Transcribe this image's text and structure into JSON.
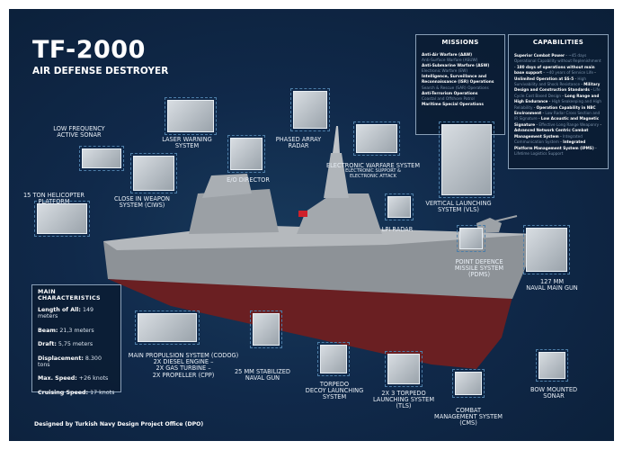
{
  "header": {
    "title": "TF-2000",
    "subtitle": "AIR DEFENSE DESTROYER"
  },
  "missions": {
    "title": "MISSIONS",
    "items": [
      {
        "text": "Anti-Air Warfare (AAW)",
        "bold": true
      },
      {
        "text": "Anti-Surface Warfare (ASUW)",
        "bold": false
      },
      {
        "text": "Anti-Submarine Warfare (ASW)",
        "bold": true
      },
      {
        "text": "Electronic Warfare (EW)",
        "bold": false
      },
      {
        "text": "Intelligence, Surveillance and Reconnaissance (ISR) Operations",
        "bold": true
      },
      {
        "text": "Search & Rescue (SAR) Operations",
        "bold": false
      },
      {
        "text": "Anti-Terrorism Operations",
        "bold": true
      },
      {
        "text": "Coastal and Offshore Patrol",
        "bold": false
      },
      {
        "text": "Maritime Special Operations",
        "bold": true
      }
    ]
  },
  "capabilities": {
    "title": "CAPABILITIES",
    "items": [
      {
        "text": "Superior Combat Power",
        "bold": true
      },
      {
        "text": "~45 days Operational Capability without Replenishment",
        "bold": false
      },
      {
        "text": "180 days of operations without main base support",
        "bold": true
      },
      {
        "text": "~40 years of Service Life",
        "bold": false
      },
      {
        "text": "Unlimited Operation at SS-5",
        "bold": true
      },
      {
        "text": "High Survivability and Shock Resistance",
        "bold": false
      },
      {
        "text": "Military Design and Construction Standards",
        "bold": true
      },
      {
        "text": "Life Cycle Cost Based Design",
        "bold": false
      },
      {
        "text": "Long Range and High Endurance",
        "bold": true
      },
      {
        "text": "High Seakeeping and High Reliability",
        "bold": false
      },
      {
        "text": "Operation Capability in NBC Environment",
        "bold": true
      },
      {
        "text": "Low Radar Cross Section and IR Signature",
        "bold": false
      },
      {
        "text": "Low Acoustic and Magnetic Signature",
        "bold": true
      },
      {
        "text": "Effective Long Range Weaponry",
        "bold": false
      },
      {
        "text": "Advanced Network Centric Combat Management System",
        "bold": true
      },
      {
        "text": "Integrated Communication System",
        "bold": false
      },
      {
        "text": "Integrated Platform Management System (IPMS)",
        "bold": true
      },
      {
        "text": "Lifetime Logistics Support",
        "bold": false
      }
    ]
  },
  "characteristics": {
    "title": "MAIN CHARACTERISTICS",
    "rows": [
      {
        "label": "Length of All:",
        "value": "149 meters"
      },
      {
        "label": "Beam:",
        "value": "21,3 meters"
      },
      {
        "label": "Draft:",
        "value": "5,75 meters"
      },
      {
        "label": "Displacement:",
        "value": "8.300 tons"
      },
      {
        "label": "Max. Speed:",
        "value": "+26 knots"
      },
      {
        "label": "Cruising Speed:",
        "value": "17 knots"
      }
    ]
  },
  "components": {
    "lfas": [
      "LOW FREQUENCY",
      "ACTIVE SONAR"
    ],
    "helo": [
      "15 TON HELICOPTER",
      "PLATFORM"
    ],
    "ciws": [
      "CLOSE IN WEAPON",
      "SYSTEM (CIWS)"
    ],
    "laser": [
      "LASER WARNING",
      "SYSTEM"
    ],
    "eo": [
      "E/O DIRECTOR"
    ],
    "par": [
      "PHASED ARRAY",
      "RADAR"
    ],
    "ew": {
      "title": "ELECTRONIC WARFARE SYSTEM",
      "sub1": "ELECTRONIC SUPPORT &",
      "sub2": "ELECTRONIC ATTACK"
    },
    "vls": [
      "VERTICAL LAUNCHING",
      "SYSTEM (VLS)"
    ],
    "lpi": [
      "LPI RADAR"
    ],
    "pdms": [
      "POINT DEFENCE",
      "MISSILE SYSTEM",
      "(PDMS)"
    ],
    "gun127": [
      "127 MM",
      "NAVAL MAIN GUN"
    ],
    "prop": [
      "MAIN PROPULSION SYSTEM (CODOG)",
      "2X DIESEL ENGINE –",
      "2X GAS TURBINE –",
      "2X PROPELLER (CPP)"
    ],
    "gun25": [
      "25 MM STABILIZED",
      "NAVAL GUN"
    ],
    "decoy": [
      "TORPEDO",
      "DECOY LAUNCHING",
      "SYSTEM"
    ],
    "tls": [
      "2X 3 TORPEDO",
      "LAUNCHING SYSTEM",
      "(TLS)"
    ],
    "cms": [
      "COMBAT",
      "MANAGEMENT SYSTEM",
      "(CMS)"
    ],
    "bow": [
      "BOW MOUNTED",
      "SONAR"
    ]
  },
  "footer": "Designed by Turkish Navy Design Project Office (DPO)",
  "colors": {
    "background": "#0f2745",
    "hull": "#8a8f94",
    "lower_hull": "#6a1f22",
    "text": "#ffffff"
  }
}
